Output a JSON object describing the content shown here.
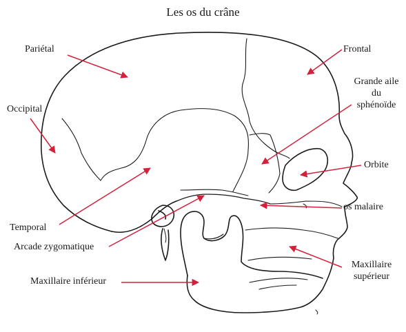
{
  "title": "Les os du crâne",
  "colors": {
    "outline": "#1a1a1a",
    "arrow": "#d2213a",
    "background": "#ffffff"
  },
  "labels": {
    "parietal": "Pariétal",
    "frontal": "Frontal",
    "grande_aile": [
      "Grande aile",
      "du",
      "sphénoïde"
    ],
    "occipital": "Occipital",
    "orbite": "Orbite",
    "os_malaire": "os malaire",
    "temporal": "Temporal",
    "arcade": "Arcade zygomatique",
    "maxillaire_superieur": [
      "Maxillaire",
      "supérieur"
    ],
    "maxillaire_inferieur": "Maxillaire inférieur"
  }
}
